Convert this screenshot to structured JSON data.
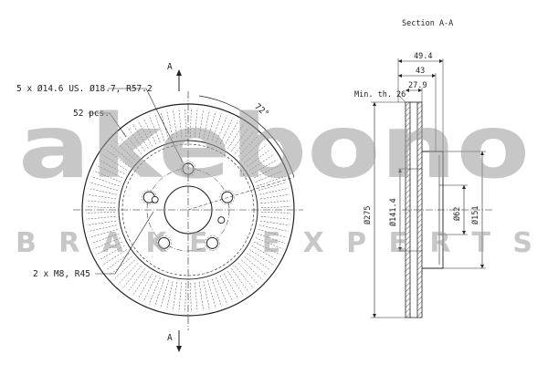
{
  "watermark": {
    "brand": "akebono",
    "tagline": "BRAKE EXPERTS",
    "color": "#9a9a9a"
  },
  "front_view": {
    "section_marker_top": "A",
    "section_marker_bottom": "A",
    "callouts": {
      "bolt_holes": "5 x Ø14.6 US. Ø18.7, R57.2",
      "vents": "52 pcs.",
      "threads": "2 x M8, R45",
      "angle": "72°"
    },
    "bolt_hole_count": 5,
    "thread_hole_count": 2,
    "vent_count": 52
  },
  "section_view": {
    "title": "Section A-A",
    "min_thickness_label": "Min. th. 26",
    "dims": {
      "total_height": "49.4",
      "hat_height": "43",
      "thickness": "27.9",
      "outer_diameter": "Ø275",
      "pcd": "Ø141.4",
      "center_bore": "Ø62",
      "hat_diameter": "Ø151"
    }
  },
  "colors": {
    "line": "#222222",
    "dim": "#333333"
  }
}
